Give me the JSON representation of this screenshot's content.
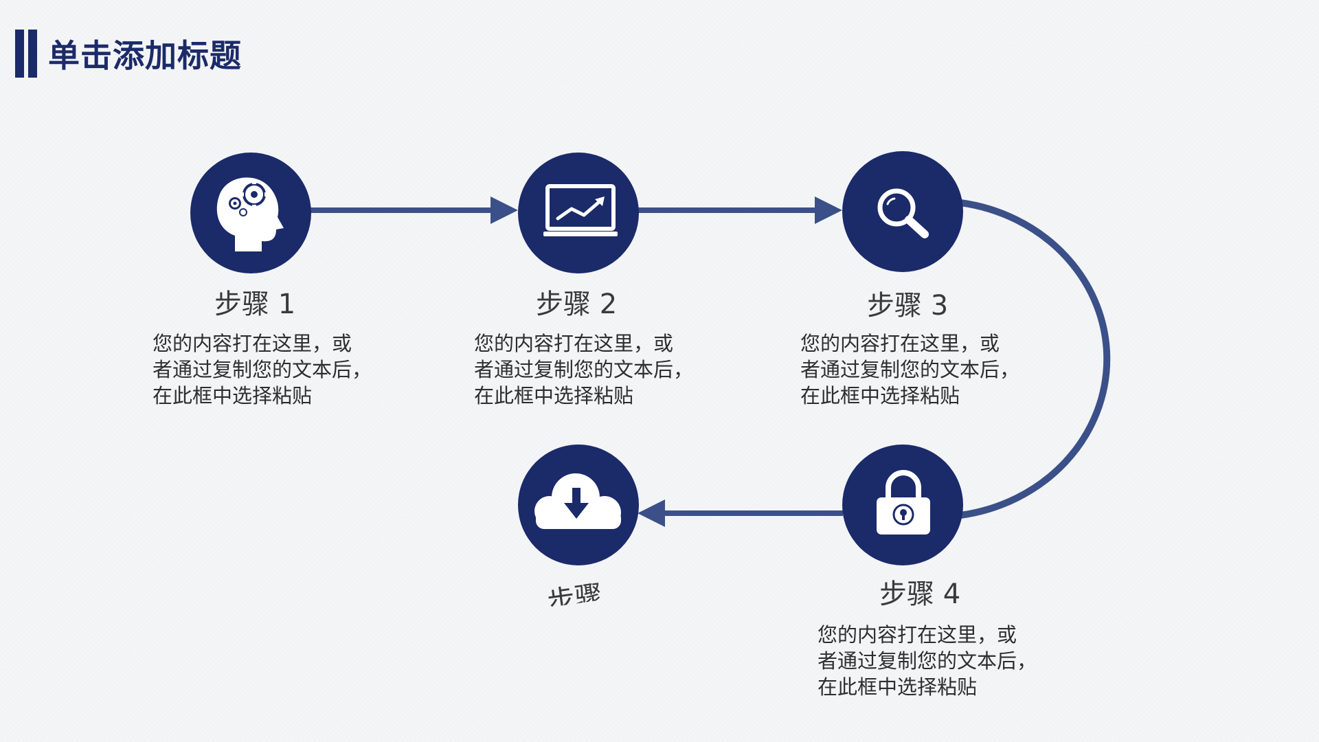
{
  "slide": {
    "title": "单击添加标题"
  },
  "colors": {
    "accent": "#1b2a69",
    "connector": "#3b5088"
  },
  "steps": [
    {
      "label": "步骤 1",
      "icon": "head-gears-icon",
      "desc": "您的内容打在这里，或\n者通过复制您的文本后，\n在此框中选择粘贴"
    },
    {
      "label": "步骤 2",
      "icon": "monitor-chart-icon",
      "desc": "您的内容打在这里，或\n者通过复制您的文本后，\n在此框中选择粘贴"
    },
    {
      "label": "步骤 3",
      "icon": "magnifier-icon",
      "desc": "您的内容打在这里，或\n者通过复制您的文本后，\n在此框中选择粘贴"
    },
    {
      "label": "步骤 4",
      "icon": "padlock-icon",
      "desc": "您的内容打在这里，或\n者通过复制您的文本后，\n在此框中选择粘贴"
    },
    {
      "label": "步骤",
      "icon": "cloud-download-icon"
    }
  ]
}
